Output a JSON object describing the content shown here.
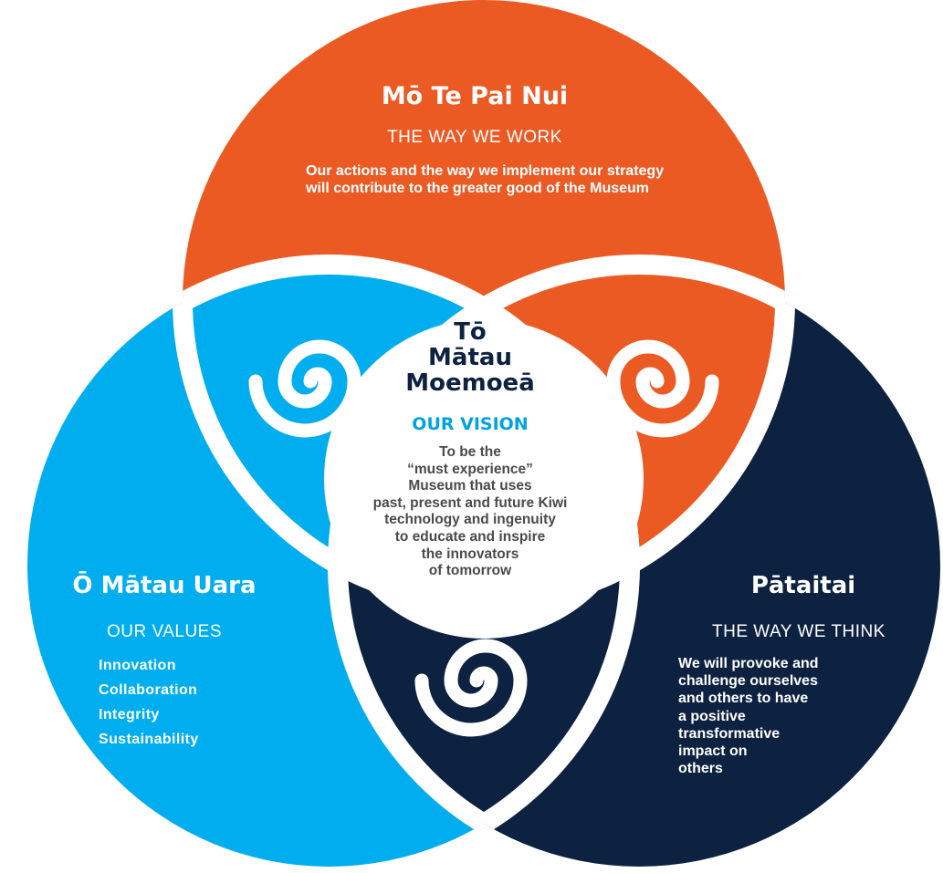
{
  "colors": {
    "orange": "#ec5a24",
    "light_blue": "#00aeef",
    "navy": "#0d2240",
    "white": "#ffffff",
    "body_grey": "#4a4a4a"
  },
  "top": {
    "title": "Mō Te Pai Nui",
    "subtitle": "THE WAY WE WORK",
    "body": "Our actions and the way we implement our strategy will contribute to the greater good of the Museum"
  },
  "center": {
    "title_lines": [
      "Tō",
      "Mātau",
      "Moemoeā"
    ],
    "subtitle": "OUR VISION",
    "body_lines": [
      "To be the",
      "“must experience”",
      "Museum that uses",
      "past, present and future Kiwi",
      "technology and ingenuity",
      "to educate and inspire",
      "the innovators",
      "of tomorrow"
    ]
  },
  "left": {
    "title": "Ō Mātau Uara",
    "subtitle": "OUR VALUES",
    "values": [
      "Innovation",
      "Collaboration",
      "Integrity",
      "Sustainability"
    ]
  },
  "right": {
    "title": "Pātaitai",
    "subtitle": "THE WAY WE THINK",
    "body_lines": [
      "We will provoke and",
      "challenge ourselves",
      "and others to have",
      "a positive",
      "transformative",
      "impact on",
      "others"
    ]
  },
  "icons": [
    "koru-spiral-icon",
    "koru-spiral-icon",
    "koru-spiral-icon"
  ]
}
